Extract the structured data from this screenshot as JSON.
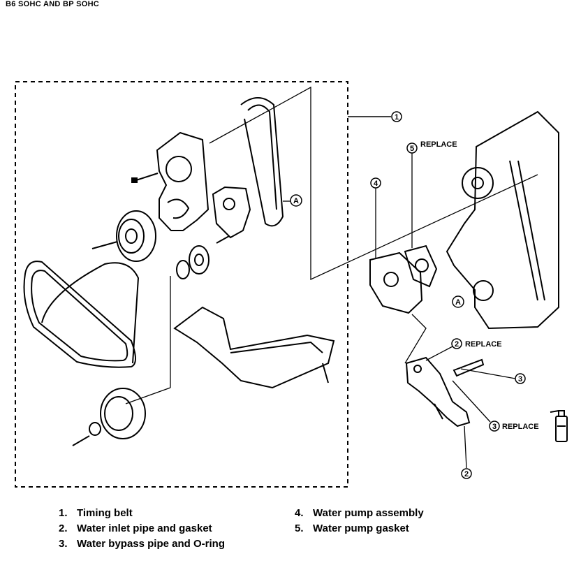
{
  "header": {
    "title": "B6 SOHC AND BP SOHC"
  },
  "callouts": {
    "timing_belt": "1",
    "water_inlet_pipe": "2",
    "water_inlet_pipe_bottom": "2",
    "bypass_pipe": "3",
    "bypass_pipe_oring": "3",
    "water_pump_assembly": "4",
    "water_pump_gasket": "5",
    "ref_a_left": "A",
    "ref_a_right": "A"
  },
  "replace_labels": {
    "gasket_5": "REPLACE",
    "gasket_2": "REPLACE",
    "oring_3": "REPLACE"
  },
  "legend": {
    "left": [
      {
        "num": "1.",
        "text": "Timing belt"
      },
      {
        "num": "2.",
        "text": "Water inlet pipe and gasket"
      },
      {
        "num": "3.",
        "text": "Water bypass pipe and O-ring"
      }
    ],
    "right": [
      {
        "num": "4.",
        "text": "Water pump assembly"
      },
      {
        "num": "5.",
        "text": "Water pump gasket"
      }
    ]
  }
}
